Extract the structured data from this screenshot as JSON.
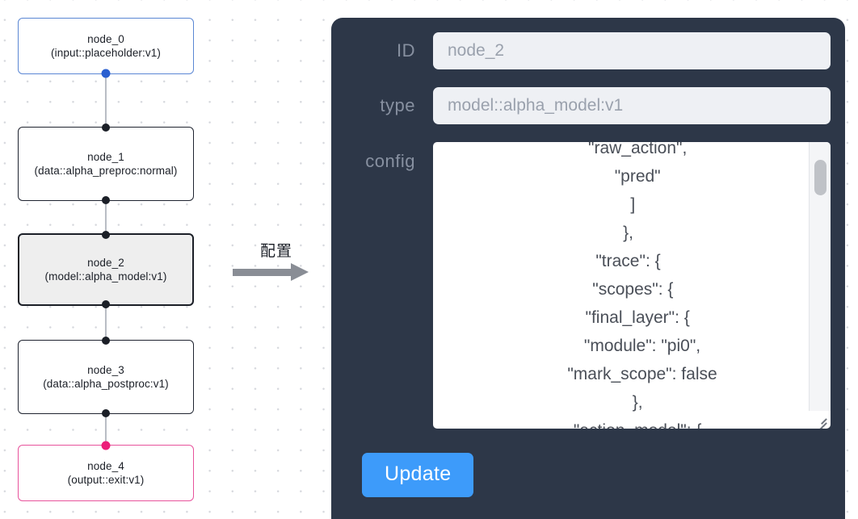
{
  "graph": {
    "nodes": [
      {
        "id": "node_0",
        "title": "node_0",
        "subtitle": "(input::placeholder:v1)",
        "kind": "input",
        "selected": false
      },
      {
        "id": "node_1",
        "title": "node_1",
        "subtitle": "(data::alpha_preproc:normal)",
        "kind": "default",
        "selected": false
      },
      {
        "id": "node_2",
        "title": "node_2",
        "subtitle": "(model::alpha_model:v1)",
        "kind": "default",
        "selected": true
      },
      {
        "id": "node_3",
        "title": "node_3",
        "subtitle": "(data::alpha_postproc:v1)",
        "kind": "default",
        "selected": false
      },
      {
        "id": "node_4",
        "title": "node_4",
        "subtitle": "(output::exit:v1)",
        "kind": "output",
        "selected": false
      }
    ],
    "colors": {
      "input_border": "#5b87d4",
      "output_border": "#e8539c",
      "default_border": "#1f2430",
      "selected_fill": "#eeeeee",
      "edge": "#b8bcc4",
      "handle": "#1b1f27",
      "handle_blue": "#2a5fd0",
      "handle_pink": "#ec1e79"
    }
  },
  "annotation": {
    "text": "配置",
    "arrow_color": "#898d95"
  },
  "panel": {
    "background": "#2d3748",
    "fields": {
      "id": {
        "label": "ID",
        "value": "node_2"
      },
      "type": {
        "label": "type",
        "value": "model::alpha_model:v1"
      },
      "config": {
        "label": "config",
        "value": "          \"raw_action\",\n          \"pred\"\n        ]\n      },\n      \"trace\": {\n        \"scopes\": {\n          \"final_layer\": {\n            \"module\": \"pi0\",\n            \"mark_scope\": false\n          },\n          \"action_model\": {"
      }
    },
    "update_button": {
      "label": "Update",
      "color": "#3d9bfa"
    }
  }
}
